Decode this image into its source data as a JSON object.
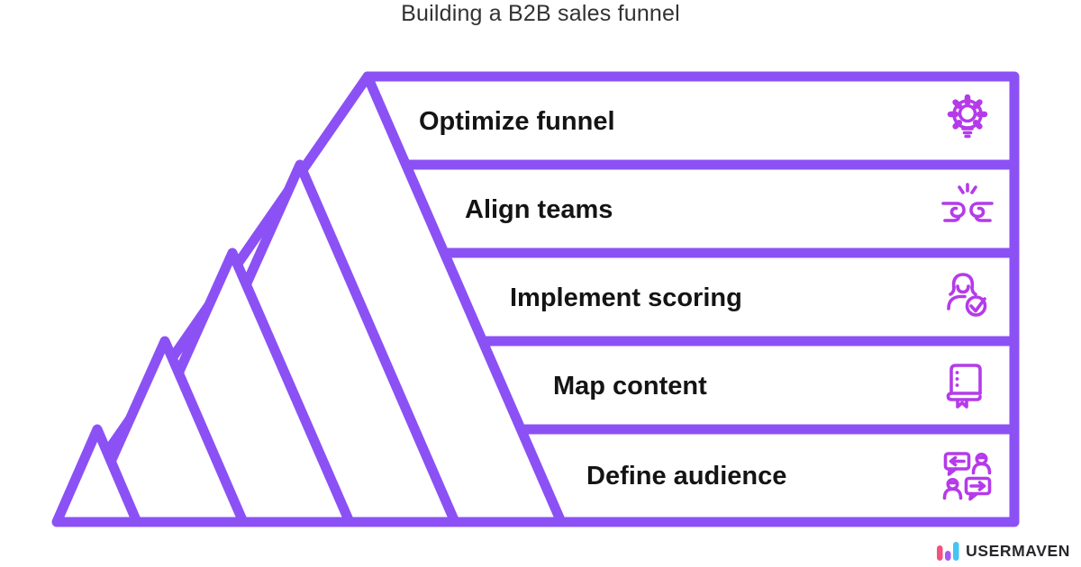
{
  "title": "Building a B2B sales funnel",
  "funnel": {
    "stages": [
      {
        "label": "Optimize funnel",
        "icon": "gear-lightbulb"
      },
      {
        "label": "Align teams",
        "icon": "fist-bump"
      },
      {
        "label": "Implement scoring",
        "icon": "person-check"
      },
      {
        "label": "Map content",
        "icon": "book-bookmark"
      },
      {
        "label": "Define audience",
        "icon": "people-chat"
      }
    ]
  },
  "colors": {
    "funnel_outline": "#8b51f5",
    "icon_stroke": "#b43bea",
    "label_text": "#141414",
    "title_text": "#323232",
    "background": "#ffffff"
  },
  "branding": {
    "logo_text": "USERMAVEN",
    "logo_mark_colors": {
      "pink": "#f4527e",
      "purple": "#a957f3",
      "blue": "#45c4f5"
    }
  }
}
